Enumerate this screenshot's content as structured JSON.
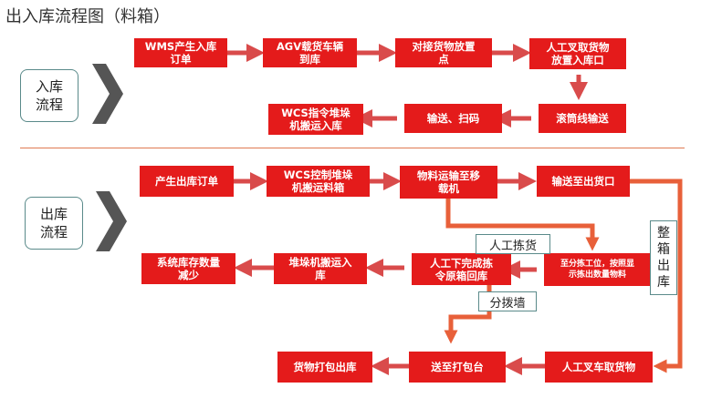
{
  "title": "出入库流程图（料箱）",
  "inbound": {
    "label": "入库\n流程",
    "steps": [
      "WMS产生入库\n订单",
      "AGV载货车辆\n到库",
      "对接货物放置\n点",
      "人工叉取货物\n放置入库口",
      "滚筒线输送",
      "输送、扫码",
      "WCS指令堆垛\n机搬运入库"
    ]
  },
  "outbound": {
    "label": "出库\n流程",
    "steps": [
      "产生出库订单",
      "WCS控制堆垛\n机搬运料箱",
      "物料运输至移\n载机",
      "输送至出货口",
      "至分拣工位，按照显\n示拣出数量物料",
      "人工下完成拣\n令原箱回库",
      "堆垛机搬运入\n库",
      "系统库存数量\n减少",
      "人工叉车取货物",
      "送至打包台",
      "货物打包出库"
    ],
    "callouts": {
      "picking": "人工拣货",
      "sorting_wall": "分拨墙",
      "vertical": "整\n箱\n出\n库"
    }
  },
  "colors": {
    "box": "#e41b1b",
    "arrow": "#d94b4b",
    "line": "#e8603a",
    "chevron": "#555555"
  }
}
